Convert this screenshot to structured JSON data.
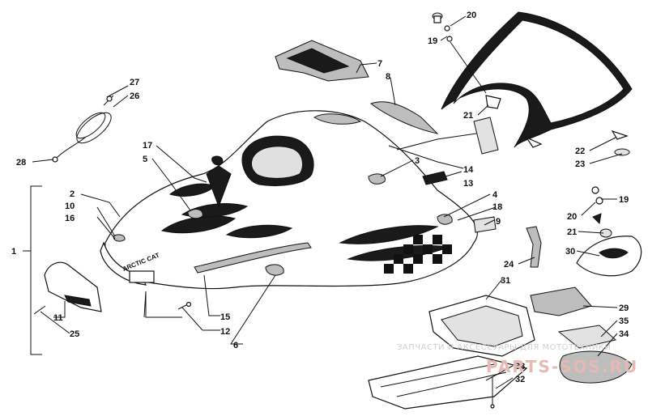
{
  "callouts": [
    {
      "id": "c1",
      "text": "1"
    },
    {
      "id": "c2",
      "text": "2"
    },
    {
      "id": "c3",
      "text": "3"
    },
    {
      "id": "c4",
      "text": "4"
    },
    {
      "id": "c5",
      "text": "5"
    },
    {
      "id": "c6",
      "text": "6"
    },
    {
      "id": "c7",
      "text": "7"
    },
    {
      "id": "c8",
      "text": "8"
    },
    {
      "id": "c9",
      "text": "9"
    },
    {
      "id": "c10",
      "text": "10"
    },
    {
      "id": "c11",
      "text": "11"
    },
    {
      "id": "c12",
      "text": "12"
    },
    {
      "id": "c13",
      "text": "13"
    },
    {
      "id": "c14",
      "text": "14"
    },
    {
      "id": "c15",
      "text": "15"
    },
    {
      "id": "c16",
      "text": "16"
    },
    {
      "id": "c17",
      "text": "17"
    },
    {
      "id": "c18",
      "text": "18"
    },
    {
      "id": "c19a",
      "text": "19"
    },
    {
      "id": "c19b",
      "text": "19"
    },
    {
      "id": "c20a",
      "text": "20"
    },
    {
      "id": "c20b",
      "text": "20"
    },
    {
      "id": "c21a",
      "text": "21"
    },
    {
      "id": "c21b",
      "text": "21"
    },
    {
      "id": "c22",
      "text": "22"
    },
    {
      "id": "c23",
      "text": "23"
    },
    {
      "id": "c24",
      "text": "24"
    },
    {
      "id": "c25",
      "text": "25"
    },
    {
      "id": "c26",
      "text": "26"
    },
    {
      "id": "c27",
      "text": "27"
    },
    {
      "id": "c28",
      "text": "28"
    },
    {
      "id": "c29",
      "text": "29"
    },
    {
      "id": "c30",
      "text": "30"
    },
    {
      "id": "c31",
      "text": "31"
    },
    {
      "id": "c32",
      "text": "32"
    },
    {
      "id": "c33",
      "text": "33"
    },
    {
      "id": "c34",
      "text": "34"
    },
    {
      "id": "c35",
      "text": "35"
    }
  ],
  "hood_brand": "ARCTIC CAT",
  "watermark": {
    "line1": "ЗАПЧАСТИ И АКСЕССУАРЫ ДЛЯ МОТОТЕХНИКИ",
    "line2": "PARTS-SOS.RU"
  }
}
